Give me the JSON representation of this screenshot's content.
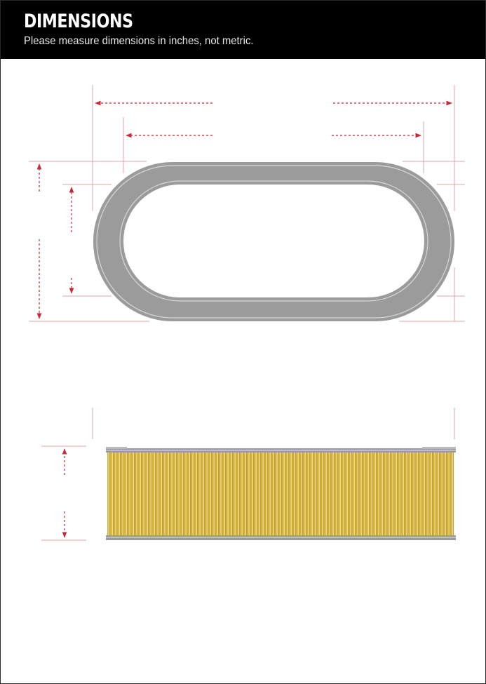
{
  "header": {
    "title": "DIMENSIONS",
    "subtitle": "Please measure dimensions in inches, not metric."
  },
  "colors": {
    "header_bg": "#000000",
    "dimension_line": "#c8283a",
    "gasket": "#9b9b9b",
    "pleated_media": "#d6b43a"
  },
  "diagrams": {
    "top_view": {
      "shape": "oval air filter ring",
      "icon": "oval-filter-top-view"
    },
    "side_view": {
      "shape": "pleated filter element",
      "icon": "pleated-filter-side-view"
    }
  }
}
